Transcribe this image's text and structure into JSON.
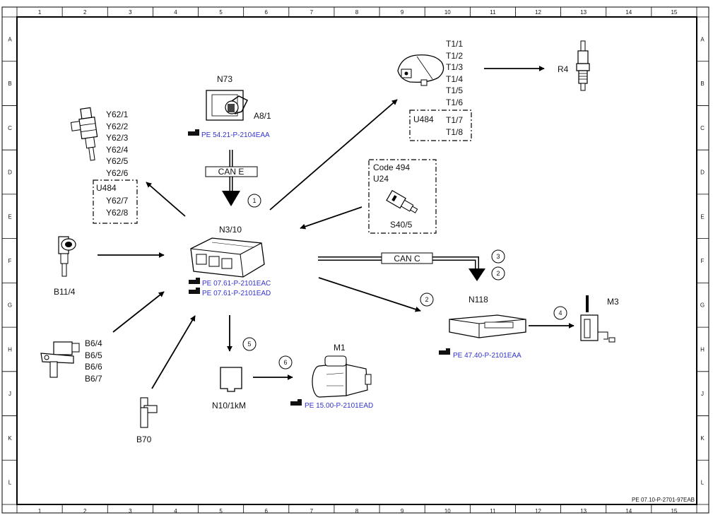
{
  "frame": {
    "columns": [
      "1",
      "2",
      "3",
      "4",
      "5",
      "6",
      "7",
      "8",
      "9",
      "10",
      "11",
      "12",
      "13",
      "14",
      "15"
    ],
    "rows": [
      "A",
      "B",
      "C",
      "D",
      "E",
      "F",
      "G",
      "H",
      "J",
      "K",
      "L"
    ],
    "drawing_number": "PE 07.10-P-2701-97EAB"
  },
  "components": {
    "n73": {
      "label": "N73",
      "sub_label": "A8/1",
      "ref": "PE 54.21-P-2104EAA"
    },
    "y62": {
      "labels": [
        "Y62/1",
        "Y62/2",
        "Y62/3",
        "Y62/4",
        "Y62/5",
        "Y62/6"
      ],
      "u484_title": "U484",
      "u484_labels": [
        "Y62/7",
        "Y62/8"
      ]
    },
    "t1": {
      "labels": [
        "T1/1",
        "T1/2",
        "T1/3",
        "T1/4",
        "T1/5",
        "T1/6"
      ],
      "u484_title": "U484",
      "u484_labels": [
        "T1/7",
        "T1/8"
      ]
    },
    "r4": {
      "label": "R4"
    },
    "s40": {
      "code": "Code 494",
      "u_label": "U24",
      "label": "S40/5"
    },
    "n3": {
      "label": "N3/10",
      "refs": [
        "PE 07.61-P-2101EAC",
        "PE 07.61-P-2101EAD"
      ]
    },
    "b11": {
      "label": "B11/4"
    },
    "b6": {
      "labels": [
        "B6/4",
        "B6/5",
        "B6/6",
        "B6/7"
      ]
    },
    "b70": {
      "label": "B70"
    },
    "n10": {
      "label": "N10/1kM"
    },
    "m1": {
      "label": "M1",
      "ref": "PE 15.00-P-2101EAD"
    },
    "n118": {
      "label": "N118",
      "ref": "PE 47.40-P-2101EAA"
    },
    "m3": {
      "label": "M3"
    }
  },
  "buses": {
    "can_e": "CAN E",
    "can_c": "CAN C"
  },
  "markers": {
    "m1": "1",
    "m2a": "2",
    "m2b": "2",
    "m3": "3",
    "m4": "4",
    "m5": "5",
    "m6": "6"
  }
}
